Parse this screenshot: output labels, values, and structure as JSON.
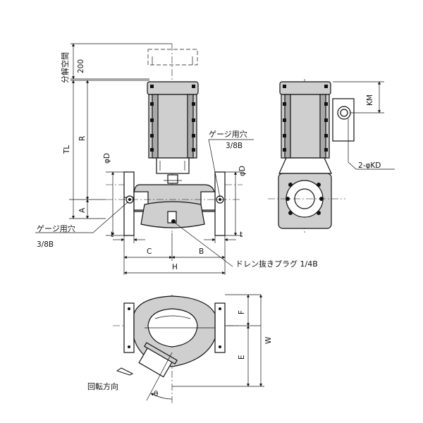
{
  "labels": {
    "disassembly_space": "分解空間",
    "dim_200": "200",
    "tl": "TL",
    "r": "R",
    "a": "A",
    "phi_d_left": "φD",
    "phi_d_right": "φD",
    "km": "KM",
    "kd": "2-φKD",
    "gauge_hole_top": "ゲージ用穴",
    "gauge_hole_top_size": "3/8B",
    "gauge_hole_left": "ゲージ用穴",
    "gauge_hole_left_size": "3/8B",
    "t_left": "t",
    "t_right": "t",
    "c": "C",
    "b": "B",
    "h": "H",
    "drain_plug": "ドレン抜きプラグ 1/4B",
    "f": "F",
    "e": "E",
    "w": "W",
    "rotation": "回転方向",
    "theta": "θ"
  },
  "icons": {
    "drawing": "pump-dimension-drawing",
    "arrow": "arrow-icon"
  }
}
